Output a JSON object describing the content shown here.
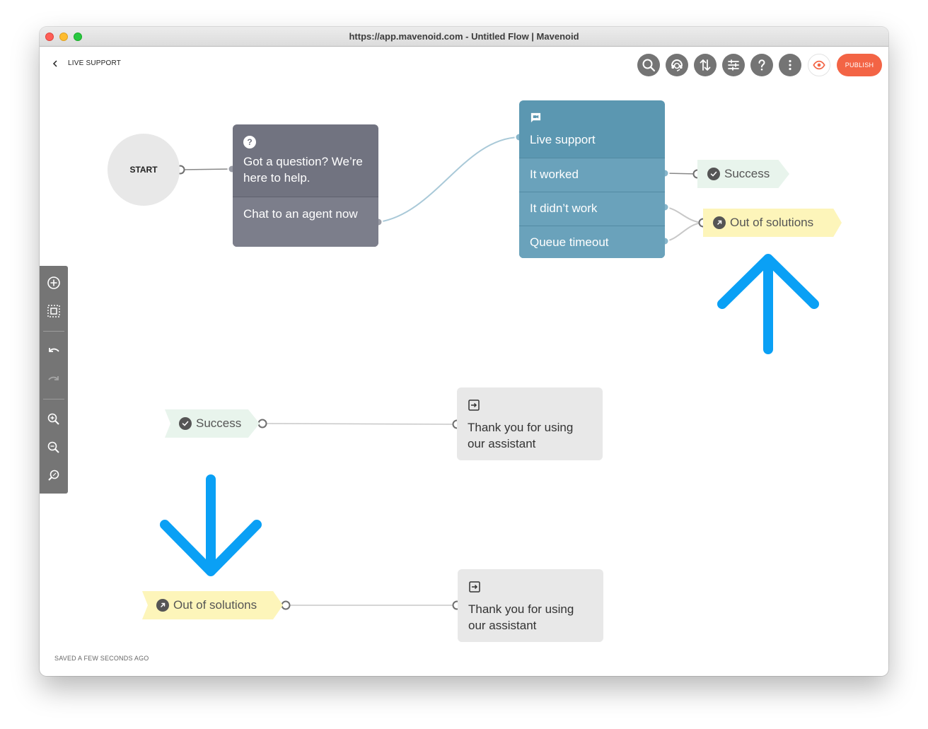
{
  "window": {
    "title": "https://app.mavenoid.com - Untitled Flow | Mavenoid"
  },
  "header": {
    "back_label": "LIVE SUPPORT",
    "publish_label": "PUBLISH",
    "toolbar_icons": [
      "search-icon",
      "support-agent-icon",
      "sort-arrows-icon",
      "settings-sliders-icon",
      "help-icon",
      "more-vertical-icon",
      "eye-icon"
    ]
  },
  "nodes": {
    "start": {
      "label": "START"
    },
    "question": {
      "title": "Got a question? We’re here to help.",
      "option": "Chat to an agent now"
    },
    "live_support": {
      "title": "Live support",
      "options": [
        "It worked",
        "It didn’t work",
        "Queue timeout"
      ]
    },
    "success_tag": {
      "label": "Success"
    },
    "oos_tag": {
      "label": "Out of solutions"
    },
    "success_entry": {
      "label": "Success"
    },
    "oos_entry": {
      "label": "Out of solutions"
    },
    "end_1": {
      "text": "Thank you for using our assistant"
    },
    "end_2": {
      "text": "Thank you for using our assistant"
    }
  },
  "status": {
    "saved": "SAVED A FEW SECONDS AGO"
  },
  "colors": {
    "accent": "#f36445",
    "question_node": "#717380",
    "live_support_node": "#5b97b1",
    "success_tag": "#e8f4ec",
    "oos_tag": "#fdf5ba",
    "annotation_arrow": "#0aa0f5"
  }
}
